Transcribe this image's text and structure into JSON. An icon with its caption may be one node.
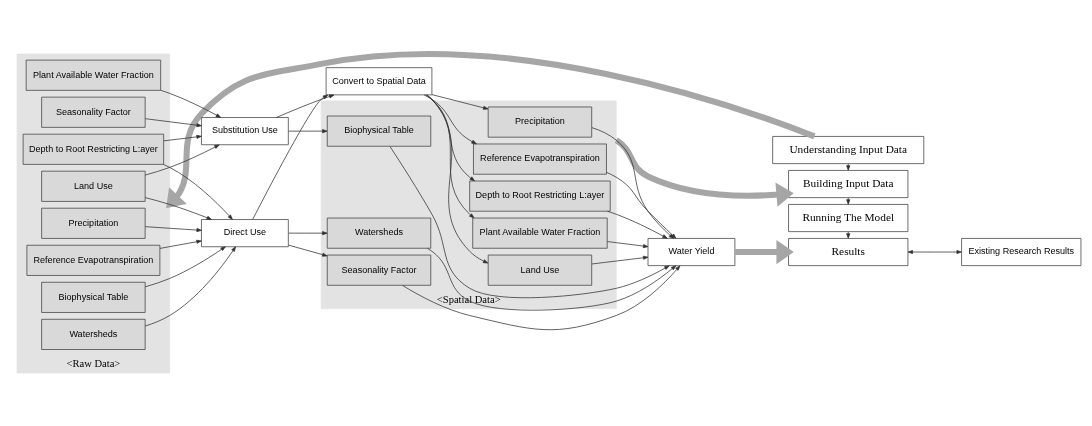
{
  "diagram": {
    "nodes": [
      {
        "text": [
          "Understanding Input Data"
        ]
      },
      {
        "text": [
          "Building Input Data"
        ]
      },
      {
        "text": [
          "Running The Model"
        ]
      },
      {
        "text": [
          "Results"
        ]
      },
      {
        "text": [
          "<Raw Data>"
        ]
      },
      {
        "text": [
          "Precipitation"
        ],
        "in": 4
      },
      {
        "text": [
          "Reference Evapotranspiration"
        ],
        "in": 4
      },
      {
        "text": [
          "Depth to Root Restricting L:ayer"
        ],
        "in": 4
      },
      {
        "text": [
          "Plant Available Water Fraction"
        ],
        "in": 4
      },
      {
        "text": [
          "Land Use"
        ],
        "in": 4
      },
      {
        "text": [
          "Watersheds"
        ],
        "in": 4
      },
      {
        "text": [
          "Biophysical Table"
        ],
        "in": 4
      },
      {
        "text": [
          "Seasonality Factor"
        ],
        "in": 4
      },
      {
        "text": [
          "Direct Use"
        ]
      },
      {
        "text": [
          "Substitution Use"
        ]
      },
      {
        "text": [
          "Convert to Spatial Data"
        ]
      },
      {
        "text": [
          "<Spatial Data>"
        ]
      },
      {
        "text": [
          "Precipitation"
        ],
        "in": 16
      },
      {
        "text": [
          "Reference Evapotranspiration"
        ],
        "in": 16
      },
      {
        "text": [
          "Depth to Root Restricting L:ayer"
        ],
        "in": 16
      },
      {
        "text": [
          "Plant Available Water Fraction"
        ],
        "in": 16
      },
      {
        "text": [
          "Land Use"
        ],
        "in": 16
      },
      {
        "text": [
          "Watersheds"
        ],
        "in": 16
      },
      {
        "text": [
          "Biophysical Table"
        ],
        "in": 16
      },
      {
        "text": [
          "Seasonality Factor"
        ],
        "in": 16
      },
      {
        "text": [
          "Water Yield"
        ]
      },
      {
        "text": [
          "Existing Research Results"
        ]
      }
    ],
    "edges": [
      {
        "from": 0,
        "to": 1,
        "arrow": "to"
      },
      {
        "from": 1,
        "to": 2,
        "arrow": "to"
      },
      {
        "from": 2,
        "to": 3,
        "arrow": "to"
      },
      {
        "from": 0,
        "to": 4,
        "arrow": "to",
        "style": "thick",
        "color": "#a6a6a6"
      },
      {
        "from": 5,
        "to": 13,
        "arrow": "to"
      },
      {
        "from": 6,
        "to": 13,
        "arrow": "to"
      },
      {
        "from": 7,
        "to": 13,
        "arrow": "to"
      },
      {
        "from": 7,
        "to": 14,
        "arrow": "to"
      },
      {
        "from": 8,
        "to": 14,
        "arrow": "to"
      },
      {
        "from": 9,
        "to": 13,
        "arrow": "to"
      },
      {
        "from": 9,
        "to": 14,
        "arrow": "to"
      },
      {
        "from": 10,
        "to": 13,
        "arrow": "to"
      },
      {
        "from": 11,
        "to": 13,
        "arrow": "to"
      },
      {
        "from": 12,
        "to": 14,
        "arrow": "to"
      },
      {
        "from": 13,
        "to": 15,
        "arrow": "to"
      },
      {
        "from": 14,
        "to": 15,
        "arrow": "to"
      },
      {
        "from": 13,
        "to": 22,
        "arrow": "to"
      },
      {
        "from": 13,
        "to": 24,
        "arrow": "to"
      },
      {
        "from": 14,
        "to": 23,
        "arrow": "to"
      },
      {
        "from": 15,
        "to": 17,
        "arrow": "to"
      },
      {
        "from": 15,
        "to": 18,
        "arrow": "to"
      },
      {
        "from": 15,
        "to": 19,
        "arrow": "to"
      },
      {
        "from": 15,
        "to": 20,
        "arrow": "to"
      },
      {
        "from": 15,
        "to": 21,
        "arrow": "to"
      },
      {
        "from": 16,
        "to": 1,
        "arrow": "to",
        "style": "thick",
        "color": "#a6a6a6"
      },
      {
        "from": 17,
        "to": 25,
        "arrow": "to"
      },
      {
        "from": 18,
        "to": 25,
        "arrow": "to"
      },
      {
        "from": 19,
        "to": 25,
        "arrow": "to"
      },
      {
        "from": 20,
        "to": 25,
        "arrow": "to"
      },
      {
        "from": 21,
        "to": 25,
        "arrow": "to"
      },
      {
        "from": 22,
        "to": 25,
        "arrow": "to"
      },
      {
        "from": 23,
        "to": 25,
        "arrow": "to"
      },
      {
        "from": 24,
        "to": 25,
        "arrow": "to"
      },
      {
        "from": 25,
        "to": 3,
        "arrow": "to",
        "style": "thick",
        "color": "#a6a6a6"
      },
      {
        "from": 3,
        "to": 26,
        "arrow": "both"
      }
    ]
  }
}
